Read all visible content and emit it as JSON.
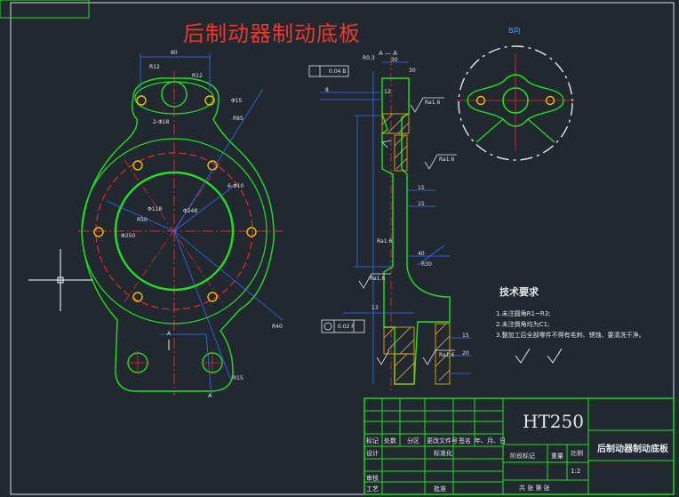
{
  "drawing": {
    "title": "后制动器制动底板",
    "material": "HT250",
    "part_name": "后制动器制动底板",
    "view_label": "B向",
    "section_label": "A — A"
  },
  "tech_requirements": {
    "heading": "技术要求",
    "items": [
      "1.未注圆角R1~R3;",
      "2.未注倒角均为C1;",
      "3.整加工后全部零件不得有毛刺、锈蚀、要清洗干净。"
    ]
  },
  "title_block": {
    "row_labels": [
      "标记",
      "处数",
      "分区",
      "更改文件号",
      "签名",
      "年、月、日"
    ],
    "design": "设计",
    "standard": "标准化",
    "review": "审核",
    "process": "工艺",
    "approve": "批准",
    "stage_mark": "阶段标记",
    "weight": "重量",
    "scale_label": "比例",
    "scale": "1:2",
    "sheet": "共 张 第 张"
  },
  "dimensions": {
    "front": [
      "80",
      "R12",
      "R12",
      "Φ15",
      "R85",
      "2-Φ18",
      "6-Φ10",
      "Φ250",
      "R50",
      "Φ248",
      "Φ118",
      "A",
      "A",
      "R40",
      "R15"
    ],
    "section": [
      "0.04 B",
      "R0.3",
      "30",
      "8",
      "12",
      "30",
      "Ra1.6",
      "Ra1.6",
      "15",
      "15",
      "40",
      "R30",
      "Ra1.6",
      "Ra1.6",
      "0.02 F",
      "13",
      "15",
      "20",
      "Ra1.6"
    ]
  },
  "colors": {
    "background": "#212830",
    "outline": "#22e022",
    "centerline": "#e82a2a",
    "dimension": "#2f6fff",
    "text": "#e6e6e6",
    "hatch": "#f0c000"
  }
}
